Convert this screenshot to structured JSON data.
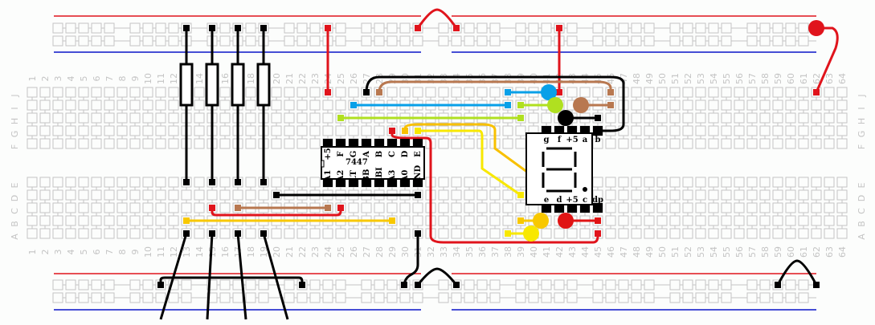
{
  "board": {
    "columns": 64,
    "row_letters_top": [
      "J",
      "I",
      "H",
      "G",
      "F"
    ],
    "row_letters_bottom": [
      "E",
      "D",
      "C",
      "B",
      "A"
    ],
    "colors": {
      "hole": "#c4c4c4",
      "rail_positive": "#e0141c",
      "rail_negative": "#0a14c8",
      "background": "#fcfdfc"
    }
  },
  "chip": {
    "name": "7447",
    "top_pins": [
      "+5",
      "F",
      "G",
      "A",
      "B",
      "C",
      "D",
      "E"
    ],
    "bottom_pins": [
      "A1",
      "A2",
      "LT",
      "BB",
      "RBI",
      "A3",
      "A0",
      "GND"
    ],
    "top_col_start": 24,
    "row_top": "F",
    "row_bottom": "E"
  },
  "display": {
    "top_labels": [
      "g",
      "f",
      "+5",
      "a",
      "b"
    ],
    "bottom_labels": [
      "e",
      "d",
      "+5",
      "c",
      "dp"
    ],
    "col_start": 41
  },
  "resistors": [
    {
      "col": 13,
      "rail_row": "top1",
      "to_row": "E"
    },
    {
      "col": 15,
      "rail_row": "top1",
      "to_row": "E"
    },
    {
      "col": 17,
      "rail_row": "top1",
      "to_row": "E"
    },
    {
      "col": 19,
      "rail_row": "top1",
      "to_row": "E"
    }
  ],
  "wires": [
    {
      "color": "#e0141c",
      "points": [
        [
          24,
          "t1"
        ],
        [
          24,
          "J"
        ]
      ]
    },
    {
      "color": "#e0141c",
      "points": [
        [
          42,
          "t1"
        ],
        [
          42,
          "J"
        ]
      ]
    },
    {
      "color": "#000000",
      "points": [
        [
          27,
          "J"
        ],
        [
          28,
          "~J-"
        ],
        [
          46,
          "~J-"
        ],
        [
          46.6,
          "F"
        ],
        [
          46,
          "F+"
        ],
        [
          45,
          "F+"
        ]
      ],
      "note": "black loop"
    },
    {
      "color": "#b87850",
      "points": [
        [
          28,
          "J"
        ],
        [
          29,
          "~J-2"
        ],
        [
          46,
          "~J-2"
        ],
        [
          46,
          "J"
        ]
      ]
    },
    {
      "color": "#08a0e8",
      "points": [
        [
          26,
          "I"
        ],
        [
          38,
          "I"
        ]
      ]
    },
    {
      "color": "#b0e020",
      "points": [
        [
          25,
          "H"
        ],
        [
          39,
          "H"
        ]
      ]
    },
    {
      "color": "#000000",
      "points": [
        [
          20,
          "D"
        ],
        [
          31,
          "D"
        ]
      ]
    },
    {
      "color": "#b87850",
      "points": [
        [
          17,
          "C"
        ],
        [
          24,
          "C"
        ]
      ]
    },
    {
      "color": "#e0141c",
      "points": [
        [
          15,
          "C"
        ],
        [
          25,
          "C"
        ]
      ],
      "note": "red under"
    },
    {
      "color": "#f8c800",
      "points": [
        [
          13,
          "B"
        ],
        [
          29,
          "B"
        ]
      ]
    }
  ],
  "leds": [
    {
      "color": "#08a0e8",
      "col": 38,
      "row": "J"
    },
    {
      "color": "#b0e020",
      "col": 39,
      "row": "I"
    },
    {
      "color": "#b87850",
      "col": 45,
      "row": "I"
    },
    {
      "color": "#000000",
      "col": 45,
      "row": "H"
    },
    {
      "color": "#f8c800",
      "col": 39,
      "row": "B"
    },
    {
      "color": "#e01414",
      "col": 45,
      "row": "B"
    },
    {
      "color": "#f8e800",
      "col": 38,
      "row": "A"
    },
    {
      "color": "#e0141c",
      "col": 62,
      "row": "J"
    }
  ]
}
